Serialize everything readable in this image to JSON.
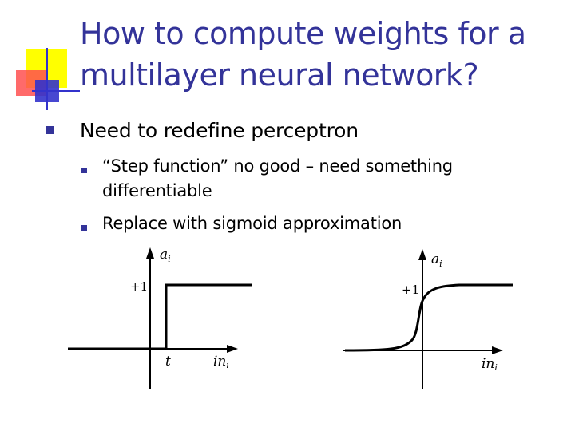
{
  "title": {
    "line1": "How to compute weights for a",
    "line2": "multilayer neural network?"
  },
  "bullets": [
    {
      "text": "Need to redefine perceptron",
      "children": [
        {
          "line1": "“Step function” no good – need something",
          "line2": "differentiable"
        },
        {
          "line1": "Replace with sigmoid approximation",
          "line2": ""
        }
      ]
    }
  ],
  "graphs": {
    "step": {
      "y_label": "a",
      "y_sub": "i",
      "plus_one": "+1",
      "threshold": "t",
      "x_label": "in",
      "x_sub": "i"
    },
    "sigmoid": {
      "y_label": "a",
      "y_sub": "i",
      "plus_one": "+1",
      "x_label": "in",
      "x_sub": "i"
    }
  },
  "colors": {
    "title": "#333399",
    "bullet": "#333399",
    "deco_yellow": "#ffff00",
    "deco_red": "#ff3333",
    "deco_blue": "#3333cc"
  }
}
